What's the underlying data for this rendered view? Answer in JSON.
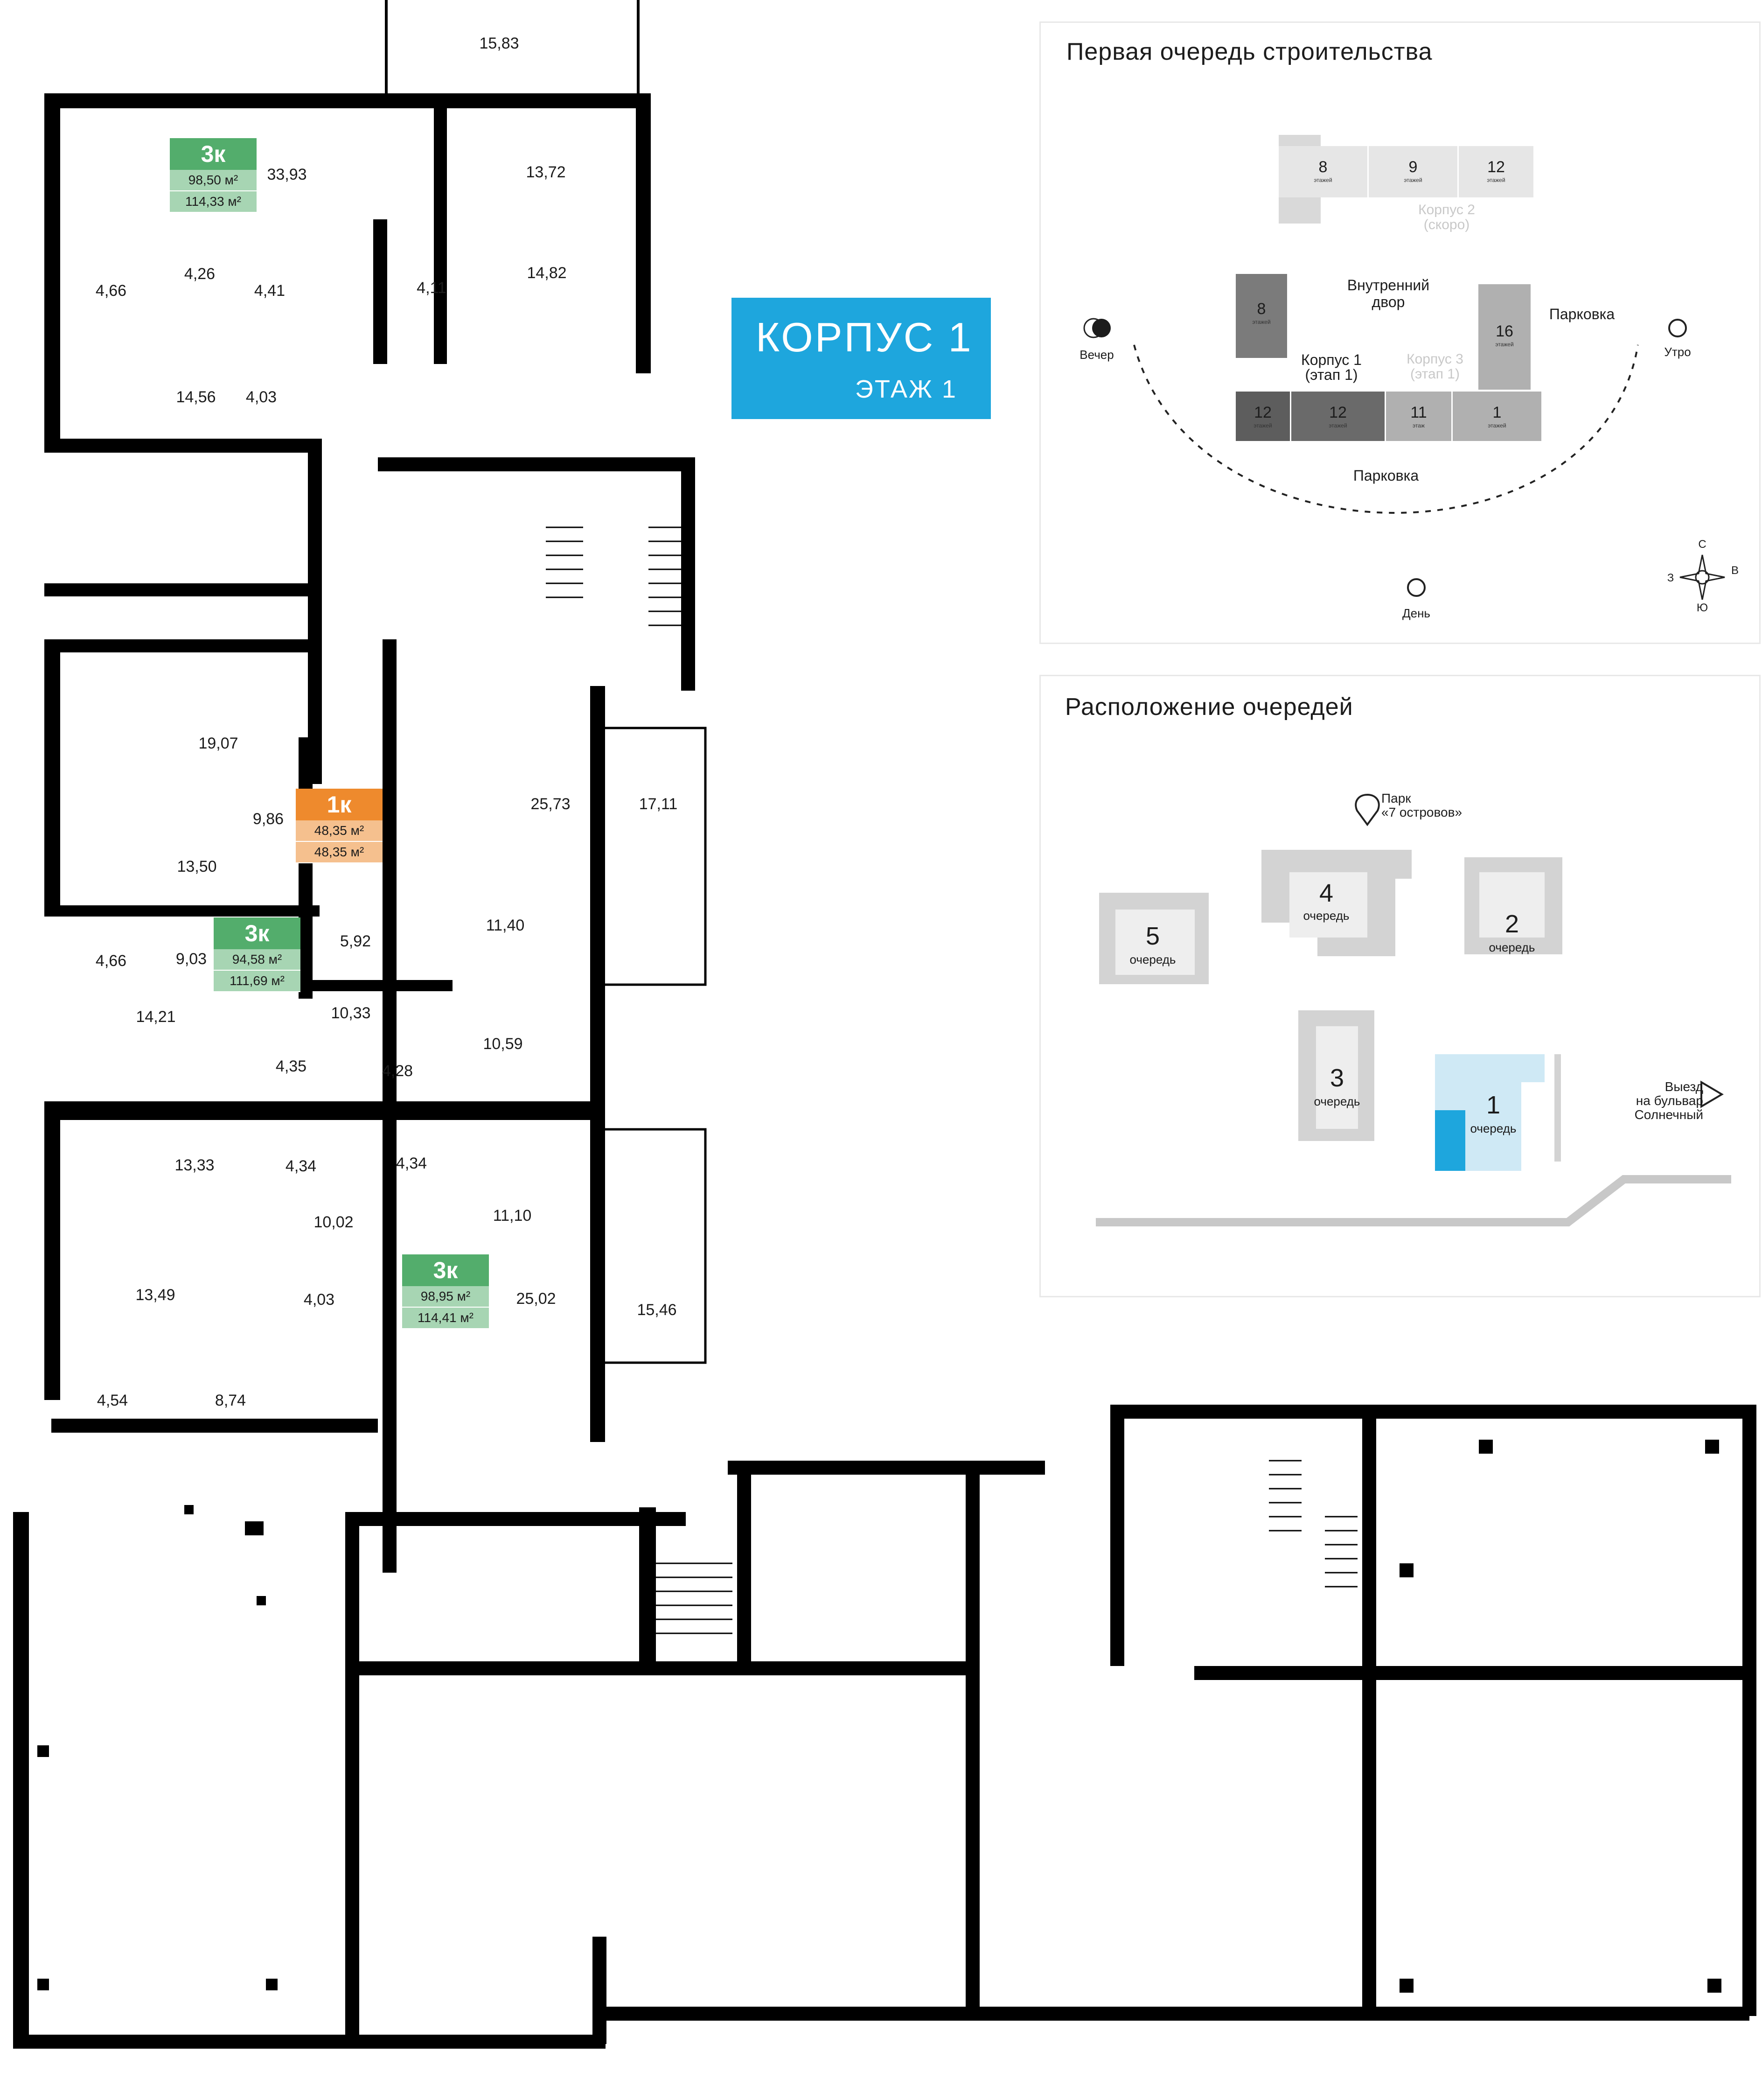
{
  "building": {
    "korpus_label": "КОРПУС  1",
    "floor_label": "ЭТАЖ   1"
  },
  "colors": {
    "accent": "#1ea6dd",
    "three_room": "#53ad6c",
    "one_room": "#ee8a2d",
    "wall": "#000000"
  },
  "badges": [
    {
      "rooms": "3к",
      "area_living": "98,50 м²",
      "area_total": "114,33 м²",
      "color": "green"
    },
    {
      "rooms": "1к",
      "area_living": "48,35 м²",
      "area_total": "48,35 м²",
      "color": "orange"
    },
    {
      "rooms": "3к",
      "area_living": "94,58 м²",
      "area_total": "111,69 м²",
      "color": "green"
    },
    {
      "rooms": "3к",
      "area_living": "98,95 м²",
      "area_total": "114,41 м²",
      "color": "green"
    }
  ],
  "rooms": [
    "15,83",
    "33,93",
    "13,72",
    "4,66",
    "4,26",
    "4,41",
    "4,11",
    "14,82",
    "14,56",
    "4,03",
    "19,07",
    "9,86",
    "13,50",
    "25,73",
    "17,11",
    "5,92",
    "11,40",
    "4,66",
    "9,03",
    "14,21",
    "10,33",
    "4,35",
    "4,28",
    "10,59",
    "13,33",
    "4,34",
    "4,34",
    "10,02",
    "11,10",
    "13,49",
    "4,03",
    "25,02",
    "15,46",
    "4,54",
    "8,74"
  ],
  "panel_construction": {
    "title": "Первая очередь строительства",
    "korpus2_label": "Корпус 2",
    "korpus2_note": "(скоро)",
    "courtyard_l1": "Внутренний",
    "courtyard_l2": "двор",
    "parking_top": "Парковка",
    "parking_bottom": "Парковка",
    "korpus1_l1": "Корпус 1",
    "korpus1_l2": "(этап 1)",
    "korpus3_l1": "Корпус 3",
    "korpus3_l2": "(этап 1)",
    "evening": "Вечер",
    "morning": "Утро",
    "day": "День",
    "floors_word": "этажей",
    "floor_word": "этаж",
    "compass": {
      "n": "С",
      "s": "Ю",
      "w": "З",
      "e": "В"
    },
    "blocks": [
      "8",
      "9",
      "12",
      "8",
      "12",
      "12",
      "11",
      "1",
      "16"
    ]
  },
  "panel_queues": {
    "title": "Расположение очередей",
    "park_l1": "Парк",
    "park_l2": "«7 островов»",
    "queue_word": "очередь",
    "queues": [
      "1",
      "2",
      "3",
      "4",
      "5"
    ],
    "exit_l1": "Выезд",
    "exit_l2": "на бульвар",
    "exit_l3": "Солнечный"
  }
}
